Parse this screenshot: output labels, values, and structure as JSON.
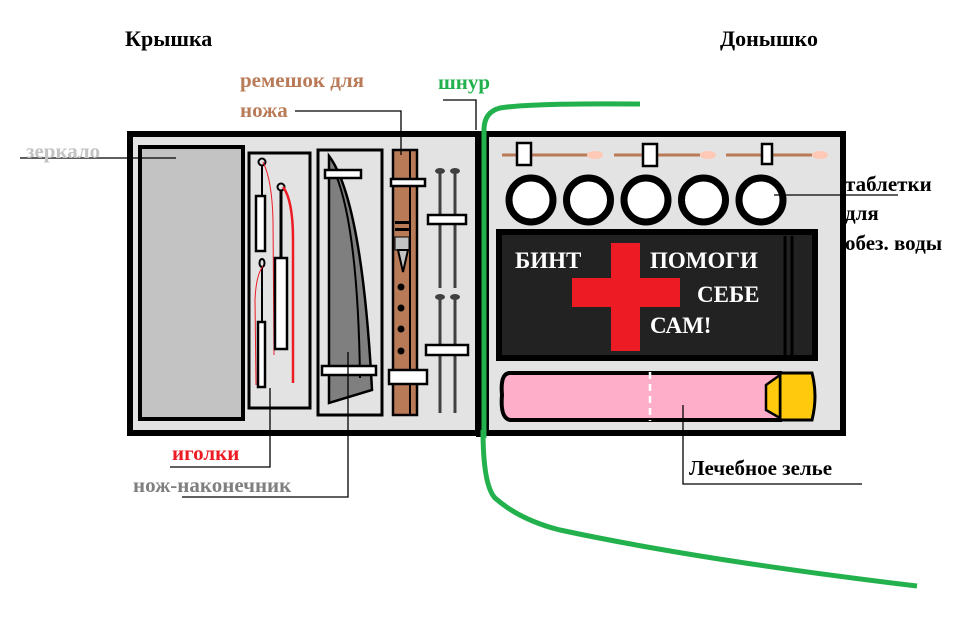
{
  "titles": {
    "lid": "Крышка",
    "bottom": "Донышко"
  },
  "labels": {
    "mirror": "зеркало",
    "knife_strap_line1": "ремешок для",
    "knife_strap_line2": "ножа",
    "cord": "шнур",
    "needles": "иголки",
    "knife_tip": "нож-наконечник",
    "tablets_line1": "таблетки",
    "tablets_line2": "для",
    "tablets_line3": "обез. воды",
    "potion": "Лечебное зелье"
  },
  "bandage": {
    "left_text": "БИНТ",
    "right_line1": "ПОМОГИ",
    "right_line2": "СЕБЕ",
    "right_line3": "САМ!"
  },
  "colors": {
    "mirror_label": "#c3c3c3",
    "strap_label": "#b97a57",
    "cord": "#22b14c",
    "needles_label": "#ed1c24",
    "knife_label": "#7f7f7f",
    "case_bg": "#e3e3e3",
    "mirror": "#c3c3c3",
    "wood": "#b97a57",
    "cross": "#ed1c24",
    "bandage_bg": "#222222",
    "potion": "#ffaec9",
    "potion_cap": "#ffc90e"
  },
  "tablet_count": 5
}
